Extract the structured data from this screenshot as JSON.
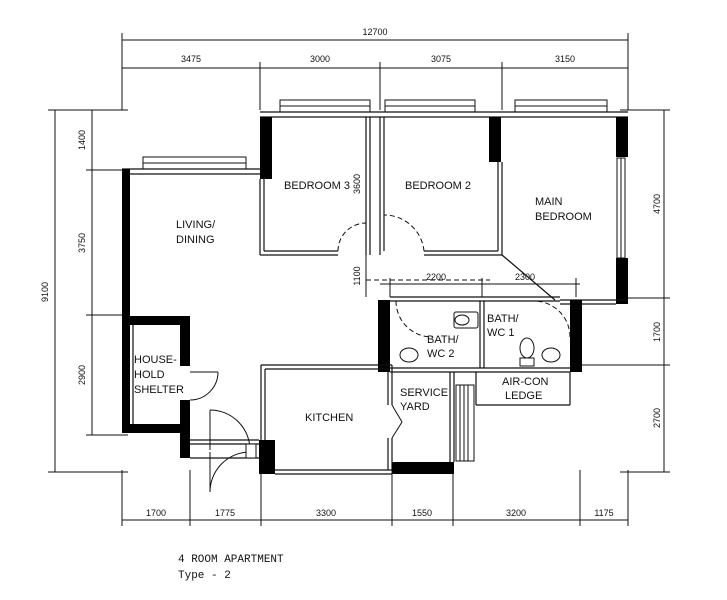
{
  "rooms": {
    "bedroom3": "BEDROOM 3",
    "bedroom2": "BEDROOM 2",
    "main_bedroom_1": "MAIN",
    "main_bedroom_2": "BEDROOM",
    "living_1": "LIVING/",
    "living_2": "DINING",
    "shelter_1": "HOUSE-",
    "shelter_2": "HOLD",
    "shelter_3": "SHELTER",
    "bath2_1": "BATH/",
    "bath2_2": "WC 2",
    "bath1_1": "BATH/",
    "bath1_2": "WC 1",
    "kitchen": "KITCHEN",
    "service_1": "SERVICE",
    "service_2": "YARD",
    "aircon_1": "AIR-CON",
    "aircon_2": "LEDGE"
  },
  "dimensions": {
    "overall_width": "12700",
    "top": [
      "3475",
      "3000",
      "3075",
      "3150"
    ],
    "bottom": [
      "1700",
      "1775",
      "3300",
      "1550",
      "3200",
      "1175"
    ],
    "left_total": "9100",
    "left": [
      "1400",
      "3750",
      "2900"
    ],
    "right": [
      "4700",
      "1700",
      "2700"
    ],
    "inner_3600": "3600",
    "inner_1100": "1100",
    "inner_2200": "2200",
    "inner_2300": "2300"
  },
  "caption": {
    "title": "4 ROOM APARTMENT",
    "type": "Type - 2"
  }
}
